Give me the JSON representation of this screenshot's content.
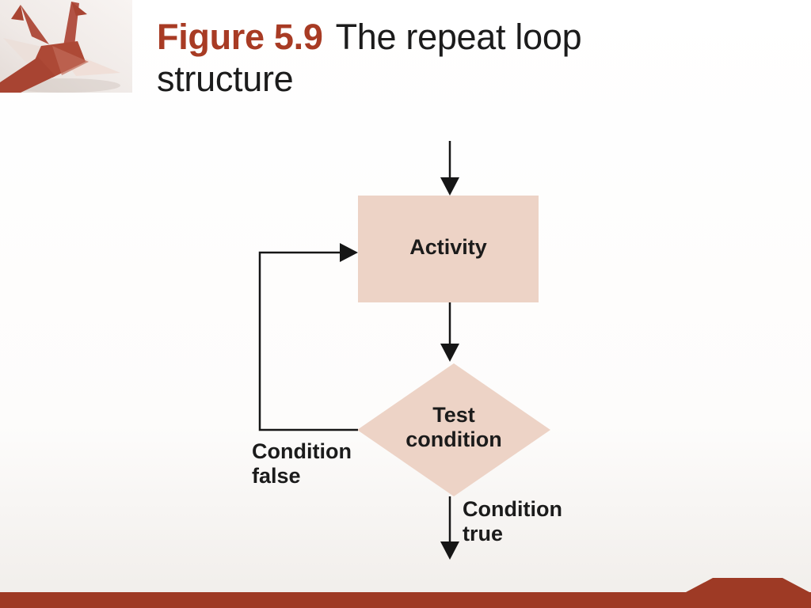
{
  "colors": {
    "accent_red": "#A83B24",
    "footer_red": "#9E3A25",
    "shape_fill": "#EDD3C6",
    "crane_red": "#AE4A38",
    "line_black": "#161616"
  },
  "header": {
    "figure_label": "Figure 5.9",
    "title_text": "The repeat loop structure",
    "crane_image": "red-origami-crane-photo"
  },
  "flowchart": {
    "activity": "Activity",
    "test_condition": [
      "Test",
      "condition"
    ],
    "condition_false": [
      "Condition",
      "false"
    ],
    "condition_true": [
      "Condition",
      "true"
    ]
  }
}
